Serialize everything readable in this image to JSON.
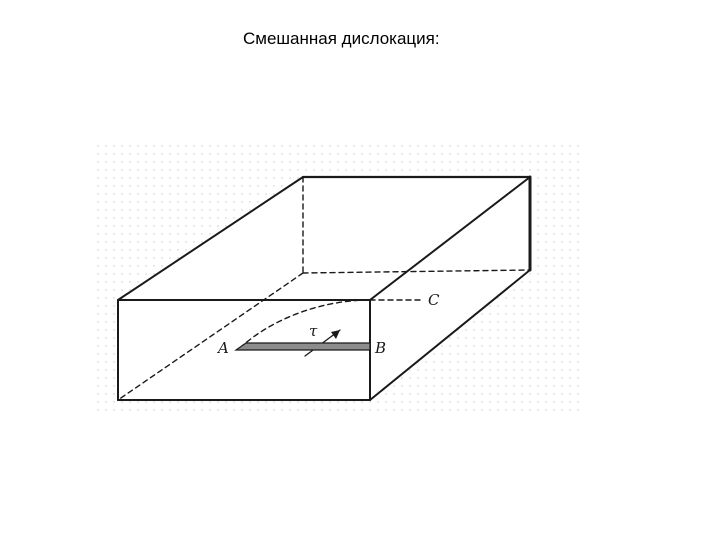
{
  "slide": {
    "title": "Смешанная дислокация:"
  },
  "figure": {
    "labels": {
      "point_a": "A",
      "point_b": "B",
      "point_c": "C",
      "tau": "τ"
    },
    "colors": {
      "line": "#1a1a1a",
      "dot_grid": "#c8c8c8",
      "shaded_strip": "#8c8c8c"
    }
  }
}
